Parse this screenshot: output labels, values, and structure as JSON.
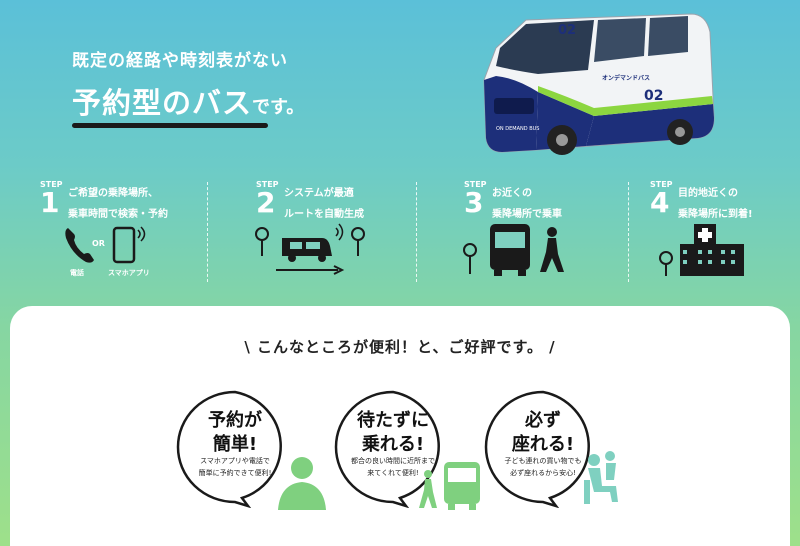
{
  "hero": {
    "line1": "既定の経路や時刻表がない",
    "highlight": "予約型のバス",
    "suffix": "です。"
  },
  "bus": {
    "roof_number": "02",
    "side_number": "02",
    "side_label": "オンデマンドバス",
    "front_text": "ON DEMAND BUS"
  },
  "steps": [
    {
      "label": "STEP",
      "number": "1",
      "line1": "ご希望の乗降場所、",
      "line2": "乗車時間で検索・予約",
      "or": "OR",
      "phone": "電話",
      "app": "スマホアプリ"
    },
    {
      "label": "STEP",
      "number": "2",
      "line1": "システムが最適",
      "line2": "ルートを自動生成"
    },
    {
      "label": "STEP",
      "number": "3",
      "line1": "お近くの",
      "line2": "乗降場所で乗車"
    },
    {
      "label": "STEP",
      "number": "4",
      "line1": "目的地近くの",
      "line2": "乗降場所に到着!"
    }
  ],
  "tagline": "\\ こんなところが便利！と、ご好評です。 /",
  "features": [
    {
      "head1": "予約が",
      "head2": "簡単!",
      "sub1": "スマホアプリや電話で",
      "sub2": "簡単に予約できて便利!"
    },
    {
      "head1": "待たずに",
      "head2": "乗れる!",
      "sub1": "都合の良い時間に近所まで",
      "sub2": "来てくれて便利!"
    },
    {
      "head1": "必ず",
      "head2": "座れる!",
      "sub1": "子ども連れの買い物でも",
      "sub2": "必ず座れるから安心!"
    }
  ],
  "colors": {
    "accent_green": "#7fd07f",
    "teal": "#5bc0d8",
    "navy": "#1d2f7a",
    "lime": "#8cd640"
  }
}
